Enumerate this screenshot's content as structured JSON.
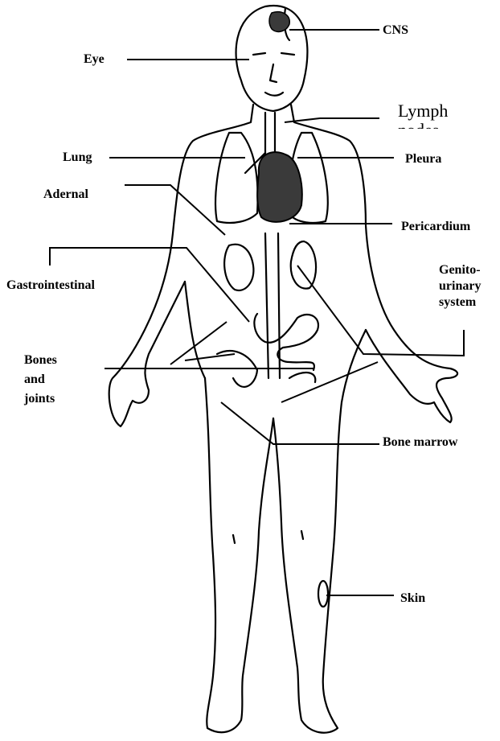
{
  "labels": {
    "cns": "CNS",
    "eye": "Eye",
    "lymph_line1": "Lymph",
    "lymph_line2": "nodes",
    "lung": "Lung",
    "pleura": "Pleura",
    "adrenal": "Adernal",
    "pericardium": "Pericardium",
    "gastrointestinal": "Gastrointestinal",
    "genito_line1": "Genito-",
    "genito_line2": "urinary",
    "genito_line3": "system",
    "bones_line1": "Bones",
    "bones_line2": "and",
    "bones_line3": "joints",
    "bone_marrow": "Bone marrow",
    "skin": "Skin"
  },
  "colors": {
    "ink": "#000000",
    "background": "#ffffff",
    "organ_fill": "#3a3a3a"
  }
}
